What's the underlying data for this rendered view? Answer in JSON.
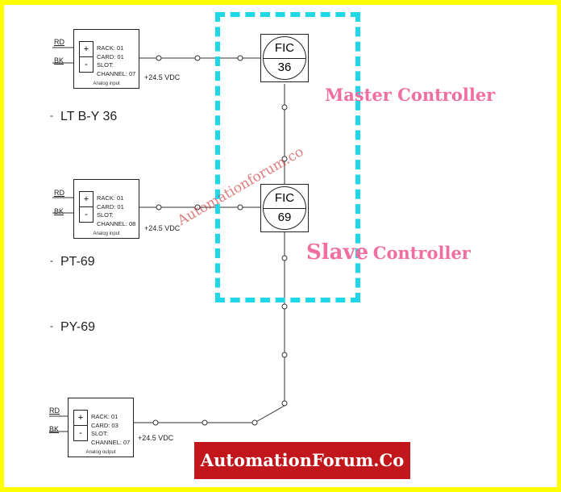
{
  "io_cards": [
    {
      "wire_top": "RD",
      "wire_bottom": "BK",
      "term_top": "+",
      "term_bottom": "-",
      "lines": [
        "RACK: 01",
        "CARD: 01",
        "SLOT:",
        "CHANNEL: 07"
      ],
      "footer": "Analog input",
      "supply": "+24.5 VDC"
    },
    {
      "wire_top": "RD",
      "wire_bottom": "BK",
      "term_top": "+",
      "term_bottom": "-",
      "lines": [
        "RACK: 01",
        "CARD: 01",
        "SLOT:",
        "CHANNEL: 08"
      ],
      "footer": "Analog input",
      "supply": "+24.5 VDC"
    },
    {
      "wire_top": "RD",
      "wire_bottom": "BK",
      "term_top": "+",
      "term_bottom": "-",
      "lines": [
        "RACK: 01",
        "CARD: 03",
        "SLOT:",
        "CHANNEL: 07"
      ],
      "footer": "Analog output",
      "supply": "+24.5 VDC"
    }
  ],
  "tags": [
    "LT B-Y 36",
    "PT-69",
    "PY-69"
  ],
  "controllers": [
    {
      "function": "FIC",
      "loop": "36"
    },
    {
      "function": "FIC",
      "loop": "69"
    }
  ],
  "callouts": {
    "master": "Master Controller",
    "slave_big": "Slave",
    "slave_rest": "Controller"
  },
  "watermark": "Automationforum.co",
  "banner": "AutomationForum.Co",
  "colors": {
    "background": "#ffff00",
    "frame": "#1ed8e8",
    "callout": "#f06ea0",
    "banner": "#c0161c"
  }
}
